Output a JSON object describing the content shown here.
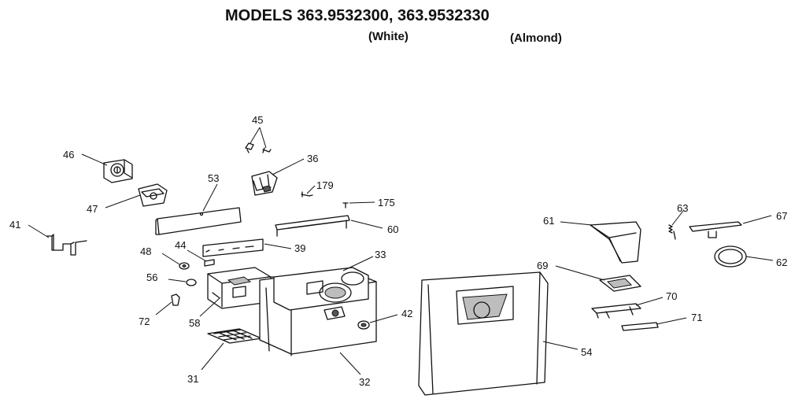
{
  "header": {
    "title": "MODELS 363.9532300, 363.9532330",
    "variant_white": "(White)",
    "variant_almond": "(Almond)"
  },
  "parts": {
    "p31": "31",
    "p32": "32",
    "p33": "33",
    "p36": "36",
    "p39": "39",
    "p41": "41",
    "p42": "42",
    "p44": "44",
    "p45": "45",
    "p46": "46",
    "p47": "47",
    "p48": "48",
    "p53": "53",
    "p54": "54",
    "p56": "56",
    "p58": "58",
    "p60": "60",
    "p61": "61",
    "p62": "62",
    "p63": "63",
    "p67": "67",
    "p69": "69",
    "p70": "70",
    "p71": "71",
    "p72": "72",
    "p175": "175",
    "p179": "179"
  }
}
